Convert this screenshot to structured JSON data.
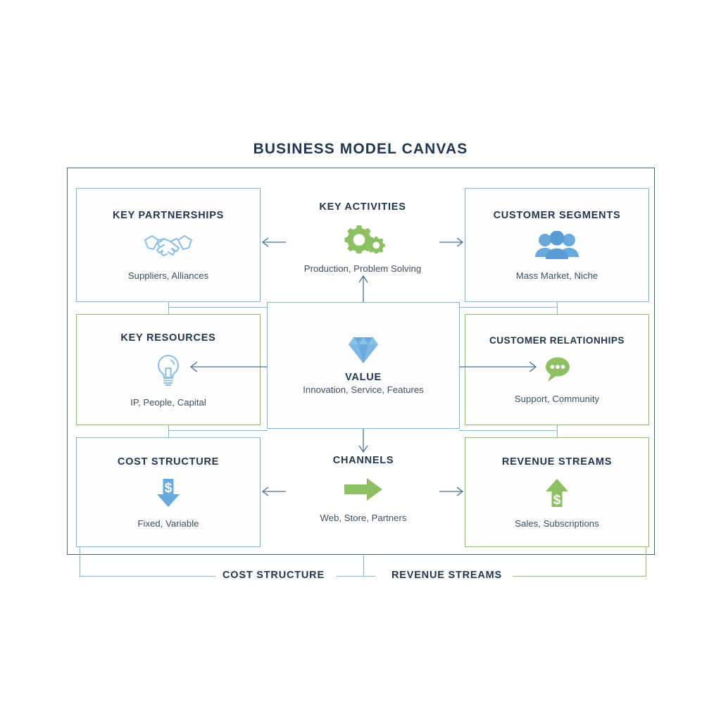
{
  "title": "BUSINESS MODEL CANVAS",
  "colors": {
    "title_text": "#22374e",
    "frame_outline": "#4d6580",
    "blue_border": "#7fb4de",
    "green_border": "#8cbf6a",
    "blue_icon": "#6aa9dc",
    "green_icon": "#8cc063",
    "connector": "#4a6e92",
    "background": "#ffffff"
  },
  "blocks": {
    "key_partnerships": {
      "title": "KEY PARTNERSHIPS",
      "subtitle": "Suppliers, Alliances",
      "icon": "handshake-icon",
      "border": "blue"
    },
    "key_activities": {
      "title": "KEY ACTIVITIES",
      "subtitle": "Production, Problem Solving",
      "icon": "gears-icon",
      "border": "none"
    },
    "customer_segments": {
      "title": "CUSTOMER SEGMENTS",
      "subtitle": "Mass Market, Niche",
      "icon": "people-group-icon",
      "border": "blue"
    },
    "key_resources": {
      "title": "KEY RESOURCES",
      "subtitle": "IP, People, Capital",
      "icon": "lightbulb-icon",
      "border": "green"
    },
    "value": {
      "title": "VALUE",
      "subtitle": "Innovation, Service, Features",
      "icon": "diamond-icon",
      "border": "blue"
    },
    "customer_relationships": {
      "title": "CUSTOMER RELATIONHIPS",
      "subtitle": "Support, Community",
      "icon": "chat-bubble-icon",
      "border": "green"
    },
    "cost_structure": {
      "title": "COST STRUCTURE",
      "subtitle": "Fixed, Variable",
      "icon": "down-arrow-dollar-icon",
      "border": "blue"
    },
    "channels": {
      "title": "CHANNELS",
      "subtitle": "Web, Store, Partners",
      "icon": "right-arrow-icon",
      "border": "none"
    },
    "revenue_streams": {
      "title": "REVENUE STREAMS",
      "subtitle": "Sales, Subscriptions",
      "icon": "up-arrow-dollar-icon",
      "border": "green"
    }
  },
  "footer": {
    "left_label": "COST STRUCTURE",
    "right_label": "REVENUE STREAMS"
  }
}
